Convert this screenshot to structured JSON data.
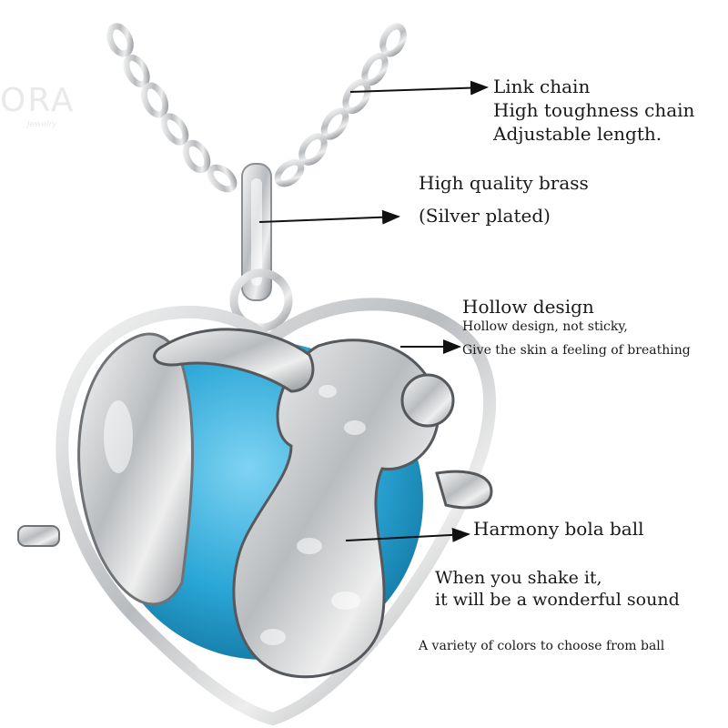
{
  "watermark": {
    "brand": "ORA",
    "tagline": "Jewelry"
  },
  "callouts": {
    "chain": {
      "lines": [
        "Link chain",
        "High toughness chain",
        "Adjustable length."
      ]
    },
    "brass": {
      "lines": [
        "High quality brass",
        "(Silver plated)"
      ]
    },
    "hollow": {
      "title": "Hollow design",
      "lines": [
        "Hollow design, not sticky,",
        "Give the skin a feeling of breathing"
      ]
    },
    "ball": {
      "title": "Harmony bola ball",
      "lines": [
        "When you shake it,",
        "it will be a wonderful sound"
      ]
    },
    "colors": {
      "text": "A variety of colors to choose from ball"
    }
  },
  "colors": {
    "silver": "#c8cacc",
    "ball": "#2aa6d6",
    "text": "#1a1a1a",
    "arrow": "#111111"
  }
}
